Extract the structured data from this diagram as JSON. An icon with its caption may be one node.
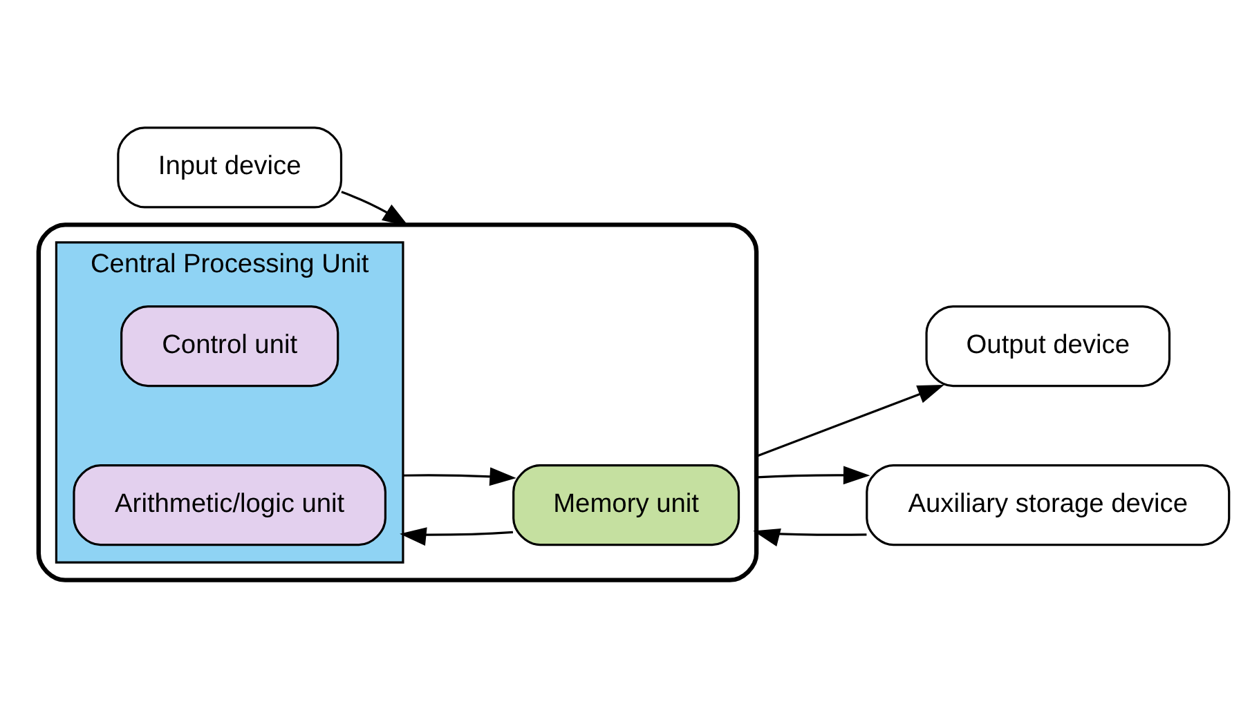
{
  "diagram": {
    "nodes": [
      {
        "text": [
          "Input device"
        ]
      },
      {
        "text": [],
        "shape": "box"
      },
      {
        "text": [
          "Central Processing Unit"
        ],
        "in": 1
      },
      {
        "text": [
          "Control unit"
        ],
        "in": 2
      },
      {
        "text": [
          "Arithmetic/logic unit"
        ],
        "in": 2
      },
      {
        "text": [
          "Memory unit"
        ],
        "in": 1
      },
      {
        "text": [
          "Output device"
        ]
      },
      {
        "text": [
          "Auxiliary storage device"
        ]
      }
    ],
    "edges": [
      {
        "from": 0,
        "to": 1,
        "arrow": "to"
      },
      {
        "from": 1,
        "to": 6,
        "arrow": "to"
      },
      {
        "from": 7,
        "to": 1,
        "arrow": "to"
      },
      {
        "from": 1,
        "to": 7,
        "arrow": "to"
      },
      {
        "from": 5,
        "to": 2,
        "arrow": "to"
      },
      {
        "from": 2,
        "to": 5,
        "arrow": "to"
      }
    ]
  }
}
